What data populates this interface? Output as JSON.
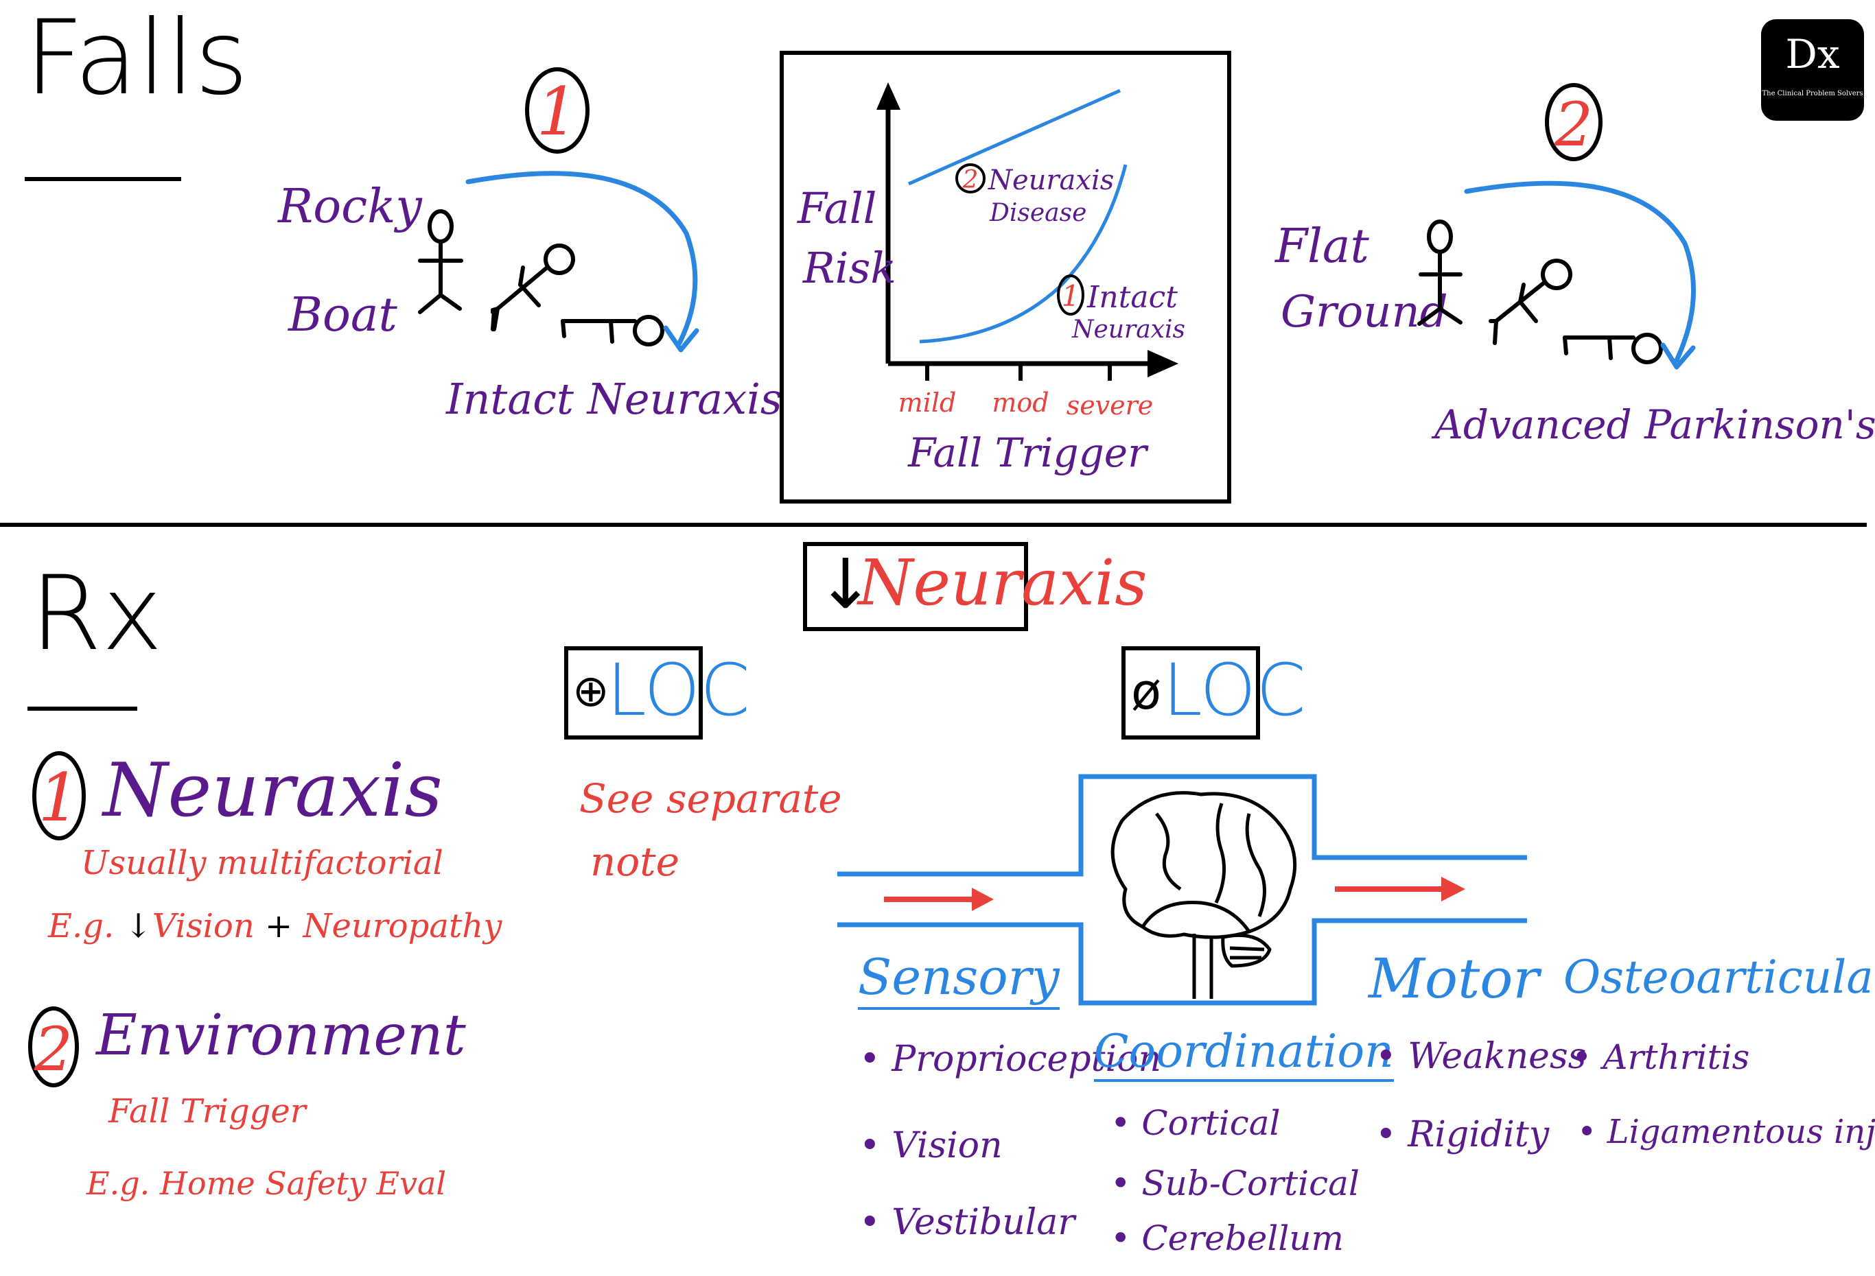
{
  "top": {
    "title": "Falls",
    "scenario1": {
      "number": "1",
      "label_line1": "Rocky",
      "label_line2": "Boat",
      "caption": "Intact Neuraxis"
    },
    "scenario2": {
      "number": "2",
      "label_line1": "Flat",
      "label_line2": "Ground",
      "caption": "Advanced Parkinson's Dz"
    }
  },
  "chart_data": {
    "type": "line",
    "ylabel_line1": "Fall",
    "ylabel_line2": "Risk",
    "xlabel": "Fall Trigger",
    "categories": [
      "mild",
      "mod",
      "severe"
    ],
    "series": [
      {
        "number": "2",
        "name_line1": "Neuraxis",
        "name_line2": "Disease",
        "shape": "linear"
      },
      {
        "number": "1",
        "name_line1": "Intact",
        "name_line2": "Neuraxis",
        "shape": "exponential"
      }
    ]
  },
  "logo": {
    "text": "Dx",
    "subtitle": "The Clinical Problem Solvers"
  },
  "bottom": {
    "title": "Rx",
    "item1": {
      "number": "1",
      "label": "Neuraxis",
      "line1": "Usually multifactorial",
      "line2_prefix": "E.g.",
      "line2_vision": "Vision",
      "line2_plus": "+",
      "line2_neuropathy": "Neuropathy"
    },
    "item2": {
      "number": "2",
      "label": "Environment",
      "line1": "Fall Trigger",
      "line2": "E.g. Home Safety Eval"
    },
    "neuraxis_box": {
      "arrow": "↓",
      "label": "Neuraxis"
    },
    "loc_pos": {
      "symbol": "⊕",
      "label": "LOC",
      "note_line1": "See separate",
      "note_line2": "note"
    },
    "loc_neg": {
      "symbol": "ø",
      "label": "LOC"
    },
    "columns": {
      "sensory": {
        "title": "Sensory",
        "items": [
          "Proprioception",
          "Vision",
          "Vestibular"
        ]
      },
      "coordination": {
        "title": "Coordination",
        "items": [
          "Cortical",
          "Sub-Cortical",
          "Cerebellum"
        ]
      },
      "motor": {
        "title": "Motor",
        "items": [
          "Weakness",
          "Rigidity"
        ]
      },
      "osteo": {
        "title": "Osteoarticular",
        "items": [
          "Arthritis",
          "Ligamentous injury"
        ]
      }
    },
    "colors": {
      "purple": "#5b1a8c",
      "red": "#e8403a",
      "blue": "#2a86e0"
    }
  }
}
